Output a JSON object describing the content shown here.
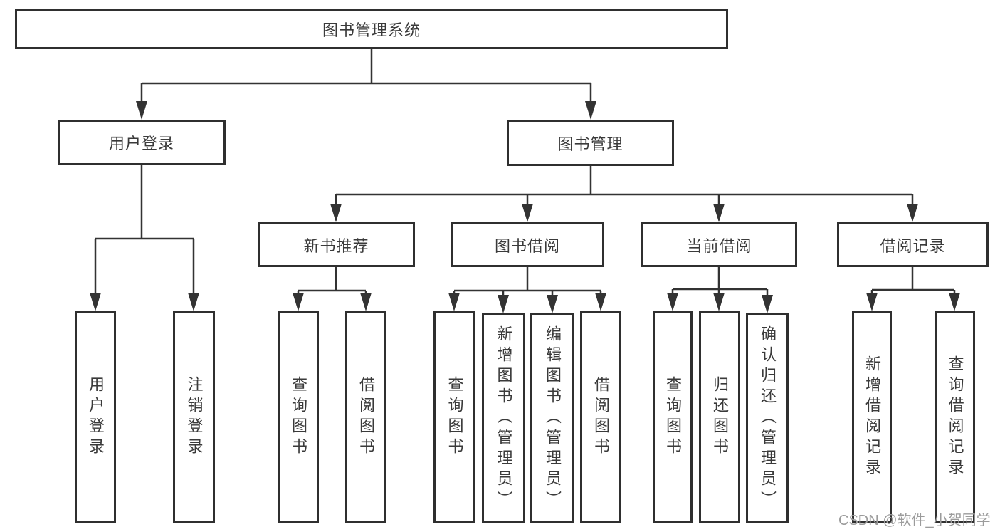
{
  "colors": {
    "line": "#333333",
    "box_border": "#2f2f2f",
    "box_fill": "#ffffff",
    "text": "#3a3a3a",
    "watermark": "#9b9b9b",
    "background": "#ffffff"
  },
  "watermark": {
    "text": "CSDN @软件_小贺同学"
  },
  "diagram": {
    "type": "tree",
    "title": "图书管理系统",
    "branches": [
      {
        "label": "用户登录",
        "children": [
          "用户登录",
          "注销登录"
        ]
      },
      {
        "label": "图书管理",
        "children": [
          {
            "label": "新书推荐",
            "children": [
              "查询图书",
              "借阅图书"
            ]
          },
          {
            "label": "图书借阅",
            "children": [
              "查询图书",
              "新增图书（管理员）",
              "编辑图书（管理员）",
              "借阅图书"
            ]
          },
          {
            "label": "当前借阅",
            "children": [
              "查询图书",
              "归还图书",
              "确认归还（管理员）"
            ]
          },
          {
            "label": "借阅记录",
            "children": [
              "新增借阅记录",
              "查询借阅记录"
            ]
          }
        ]
      }
    ]
  }
}
